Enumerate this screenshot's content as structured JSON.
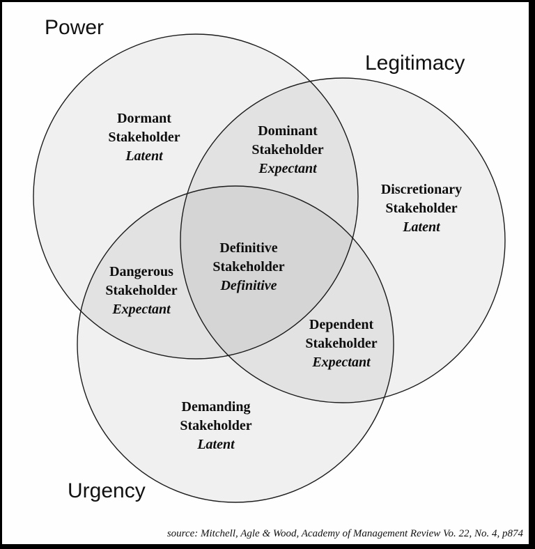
{
  "venn": {
    "sets": [
      {
        "label": "Power"
      },
      {
        "label": "Legitimacy"
      },
      {
        "label": "Urgency"
      }
    ],
    "regions": [
      {
        "line1": "Dormant",
        "line2": "Stakeholder",
        "line3": "Latent",
        "membership": "Power"
      },
      {
        "line1": "Dominant",
        "line2": "Stakeholder",
        "line3": "Expectant",
        "membership": "Power + Legitimacy"
      },
      {
        "line1": "Discretionary",
        "line2": "Stakeholder",
        "line3": "Latent",
        "membership": "Legitimacy"
      },
      {
        "line1": "Definitive",
        "line2": "Stakeholder",
        "line3": "Definitive",
        "membership": "Power + Legitimacy + Urgency"
      },
      {
        "line1": "Dangerous",
        "line2": "Stakeholder",
        "line3": "Expectant",
        "membership": "Power + Urgency"
      },
      {
        "line1": "Dependent",
        "line2": "Stakeholder",
        "line3": "Expectant",
        "membership": "Legitimacy + Urgency"
      },
      {
        "line1": "Demanding",
        "line2": "Stakeholder",
        "line3": "Latent",
        "membership": "Urgency"
      }
    ],
    "source": "source: Mitchell, Agle & Wood, Academy of Management Review Vo. 22, No. 4,  p874",
    "colors": {
      "circle_fill": "rgba(0,0,0,0.055)",
      "circle_stroke": "#1c1c1c",
      "frame": "#000000",
      "background": "#fefefe"
    }
  }
}
